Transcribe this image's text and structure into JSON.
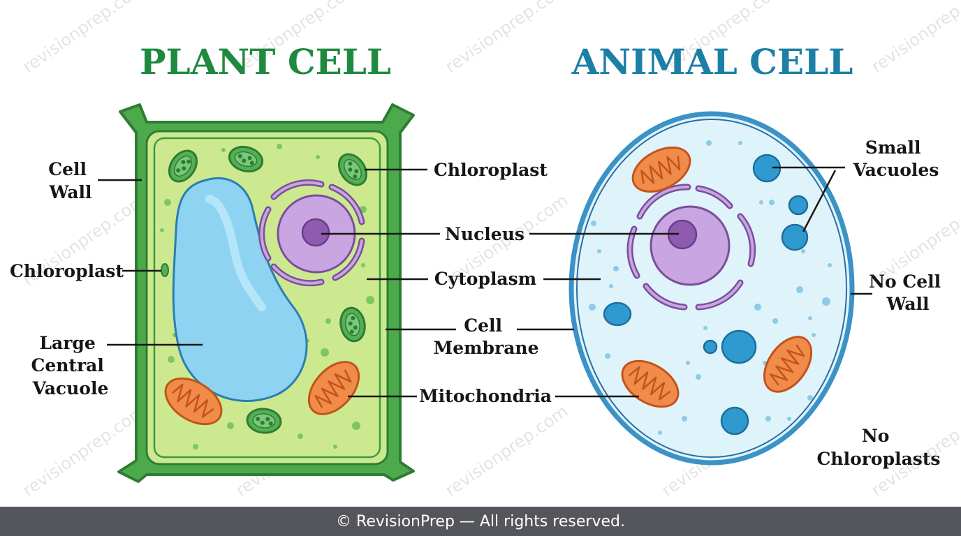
{
  "titles": {
    "plant": "PLANT CELL",
    "animal": "ANIMAL CELL"
  },
  "colors": {
    "plant_title": "#1f8a3f",
    "animal_title": "#1b7fa6",
    "cell_wall": "#4caa4c",
    "plant_cytoplasm": "#cde98f",
    "vacuole": "#8ed4f2",
    "nucleus": "#c9a6e1",
    "mitochondria": "#f08b4a",
    "animal_cytoplasm": "#dff3fa",
    "animal_membrane": "#3b92c6"
  },
  "labels": {
    "plant": {
      "cell_wall": [
        "Cell",
        "Wall"
      ],
      "chloroplast_left": "Chloroplast",
      "large_central_vacuole": [
        "Large",
        "Central",
        "Vacuole"
      ]
    },
    "shared": {
      "chloroplast": "Chloroplast",
      "nucleus": "Nucleus",
      "cytoplasm": "Cytoplasm",
      "cell_membrane": [
        "Cell",
        "Membrane"
      ],
      "mitochondria": "Mitochondria"
    },
    "animal": {
      "small_vacuoles": [
        "Small",
        "Vacuoles"
      ],
      "no_cell_wall": [
        "No Cell",
        "Wall"
      ],
      "no_chloroplasts": [
        "No",
        "Chloroplasts"
      ]
    }
  },
  "watermark": "revisionprep.com",
  "footer": "© RevisionPrep — All rights reserved."
}
